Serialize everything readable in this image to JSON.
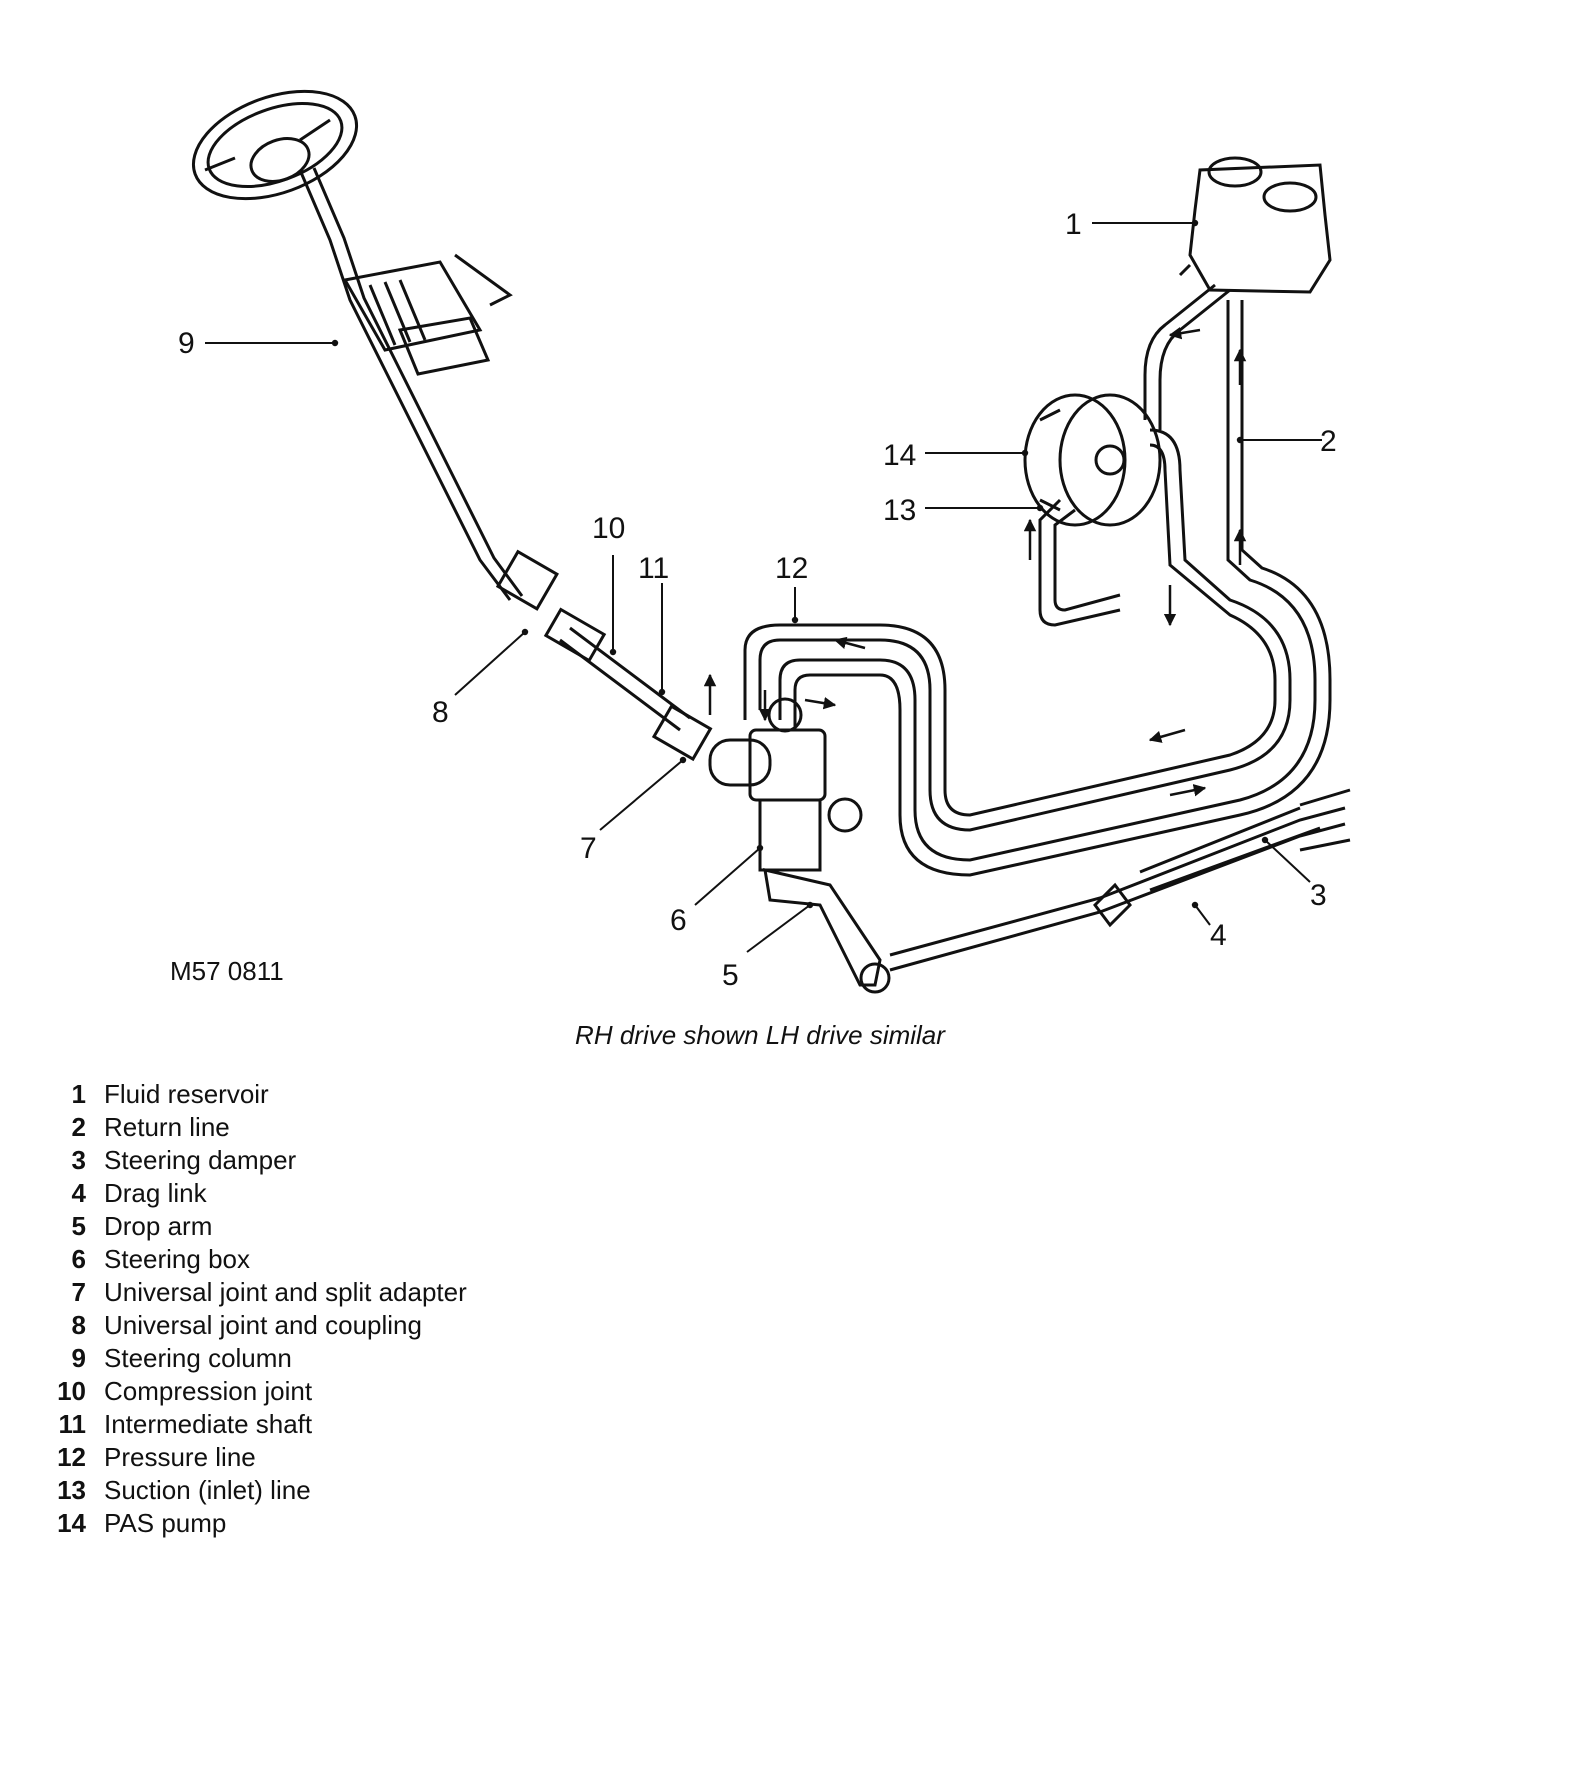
{
  "figure_code": "M57 0811",
  "caption": "RH drive shown LH drive similar",
  "callouts": [
    "1",
    "2",
    "3",
    "4",
    "5",
    "6",
    "7",
    "8",
    "9",
    "10",
    "11",
    "12",
    "13",
    "14"
  ],
  "legend": [
    {
      "num": "1",
      "label": "Fluid reservoir"
    },
    {
      "num": "2",
      "label": "Return line"
    },
    {
      "num": "3",
      "label": "Steering damper"
    },
    {
      "num": "4",
      "label": "Drag link"
    },
    {
      "num": "5",
      "label": "Drop arm"
    },
    {
      "num": "6",
      "label": "Steering box"
    },
    {
      "num": "7",
      "label": "Universal joint and split adapter"
    },
    {
      "num": "8",
      "label": "Universal joint and coupling"
    },
    {
      "num": "9",
      "label": "Steering column"
    },
    {
      "num": "10",
      "label": "Compression joint"
    },
    {
      "num": "11",
      "label": "Intermediate shaft"
    },
    {
      "num": "12",
      "label": "Pressure line"
    },
    {
      "num": "13",
      "label": "Suction (inlet) line"
    },
    {
      "num": "14",
      "label": "PAS pump"
    }
  ]
}
